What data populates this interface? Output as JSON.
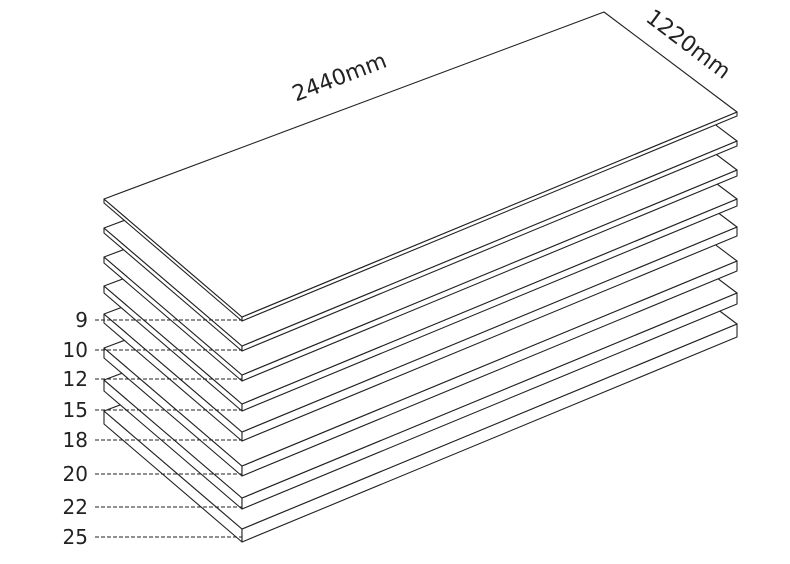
{
  "dimensions": {
    "length": "2440mm",
    "width": "1220mm"
  },
  "thicknesses": [
    "9",
    "10",
    "12",
    "15",
    "18",
    "20",
    "22",
    "25"
  ],
  "colors": {
    "line": "#222222",
    "fill": "#ffffff"
  }
}
